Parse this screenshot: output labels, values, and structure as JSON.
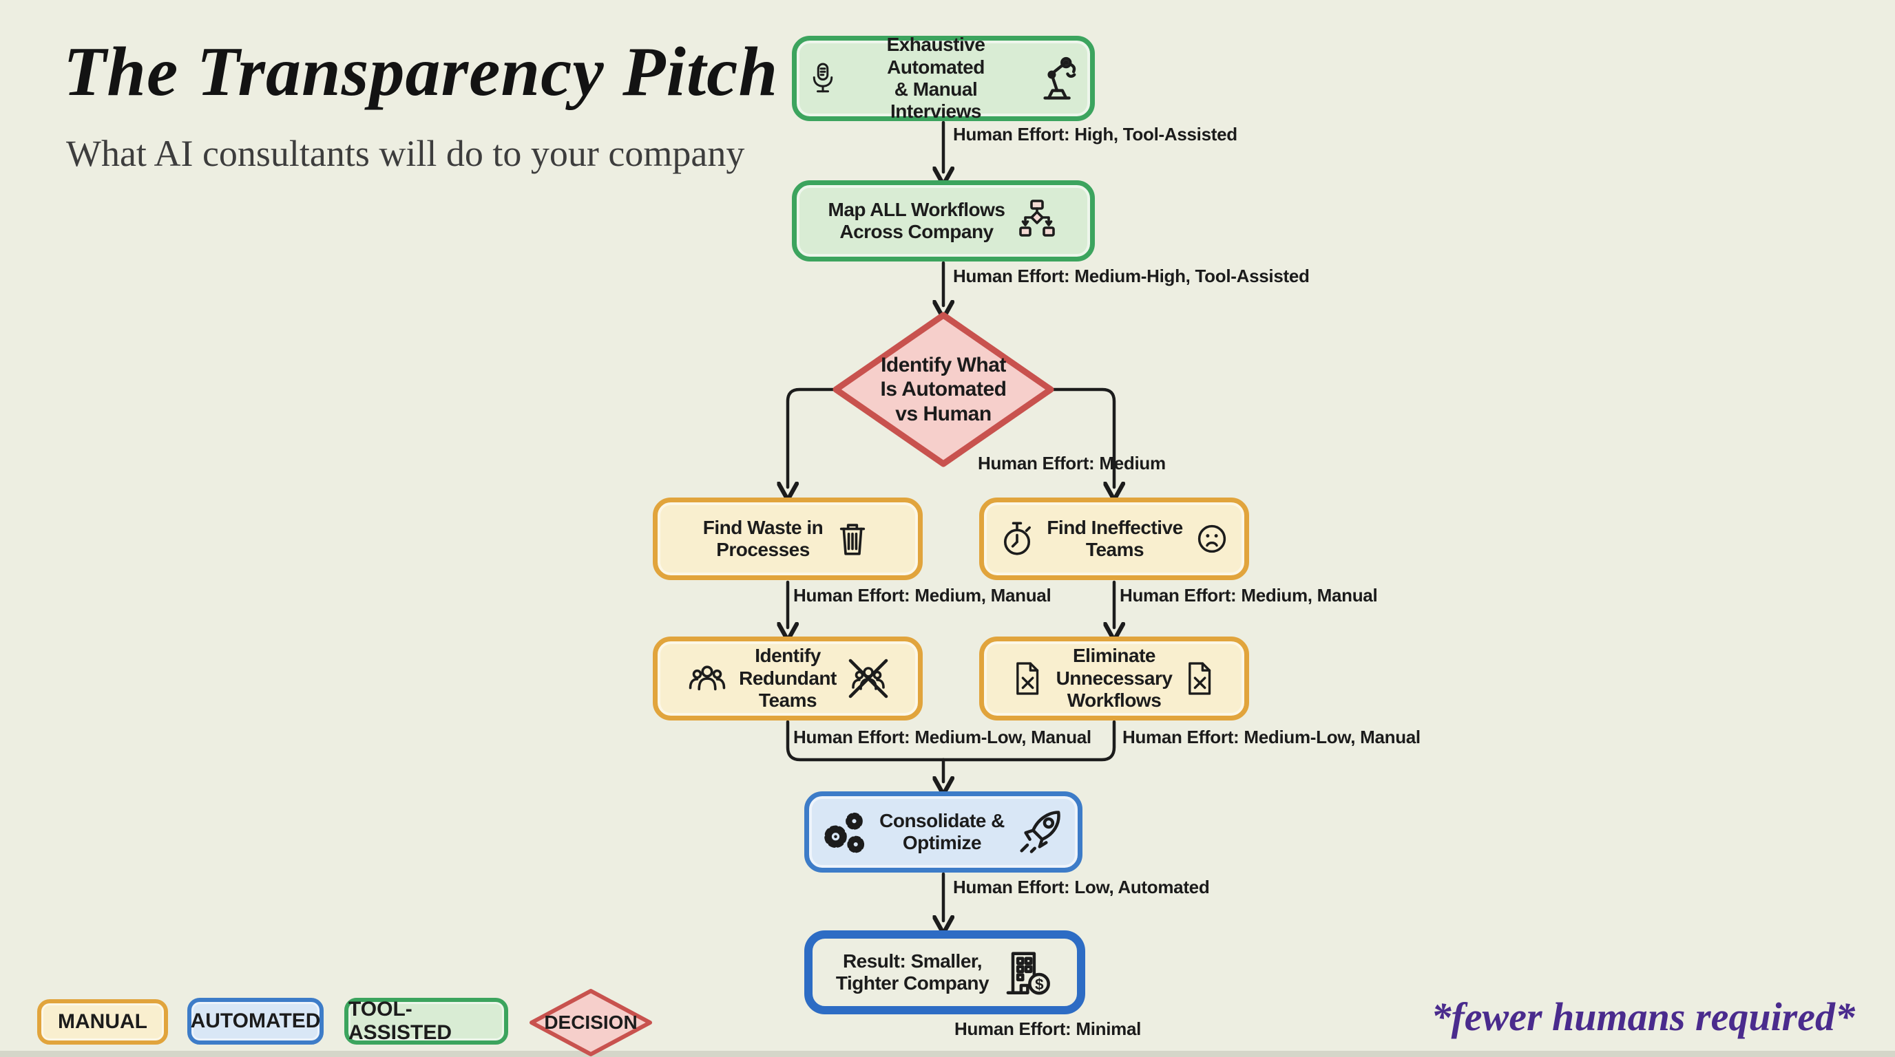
{
  "header": {
    "title": "The Transparency Pitch",
    "subtitle": "What AI consultants will do to your company"
  },
  "nodes": {
    "interviews": {
      "label": "Exhaustive Automated\n& Manual Interviews",
      "effort": "Human Effort: High, Tool-Assisted",
      "type": "tool-assisted"
    },
    "map_workflows": {
      "label": "Map ALL Workflows\nAcross Company",
      "effort": "Human Effort: Medium-High, Tool-Assisted",
      "type": "tool-assisted"
    },
    "decision": {
      "label": "Identify What\nIs Automated\nvs Human",
      "effort": "Human Effort: Medium",
      "type": "decision"
    },
    "find_waste": {
      "label": "Find Waste in\nProcesses",
      "effort": "Human Effort: Medium, Manual",
      "type": "manual"
    },
    "find_ineffective": {
      "label": "Find Ineffective\nTeams",
      "effort": "Human Effort: Medium, Manual",
      "type": "manual"
    },
    "identify_redundant": {
      "label": "Identify\nRedundant\nTeams",
      "effort": "Human Effort: Medium-Low, Manual",
      "type": "manual"
    },
    "eliminate_workflows": {
      "label": "Eliminate\nUnnecessary\nWorkflows",
      "effort": "Human Effort: Medium-Low, Manual",
      "type": "manual"
    },
    "consolidate": {
      "label": "Consolidate &\nOptimize",
      "effort": "Human Effort: Low, Automated",
      "type": "automated"
    },
    "result": {
      "label": "Result: Smaller,\nTighter Company",
      "effort": "Human Effort: Minimal",
      "type": "result"
    }
  },
  "icons": {
    "interviews_left": "microphone",
    "interviews_right": "robot-arm",
    "map_workflows_right": "mini-flowchart",
    "find_waste_right": "trash-can",
    "find_ineffective_left": "stopwatch",
    "find_ineffective_right": "sad-face",
    "identify_redundant_left": "people-group",
    "identify_redundant_right": "crossed-people",
    "eliminate_left": "document-x",
    "eliminate_right": "document-x",
    "consolidate_left": "gears",
    "consolidate_right": "rocket",
    "result_right": "building-dollar"
  },
  "legend": {
    "manual": "MANUAL",
    "automated": "AUTOMATED",
    "tool_assisted": "TOOL-ASSISTED",
    "decision": "DECISION"
  },
  "footnote": "*fewer humans required*",
  "colors": {
    "background": "#edeee1",
    "manual_border": "#e1a43c",
    "manual_fill": "#f9efcf",
    "automated_border": "#3d7cc8",
    "automated_fill": "#d9e7f6",
    "tool_border": "#3ca45e",
    "tool_fill": "#d9ecd4",
    "decision_border": "#c8524e",
    "decision_fill": "#f6cfcb",
    "result_border": "#2d6cc4",
    "ink": "#1c1c1c",
    "footnote_purple": "#4a2b8d"
  }
}
